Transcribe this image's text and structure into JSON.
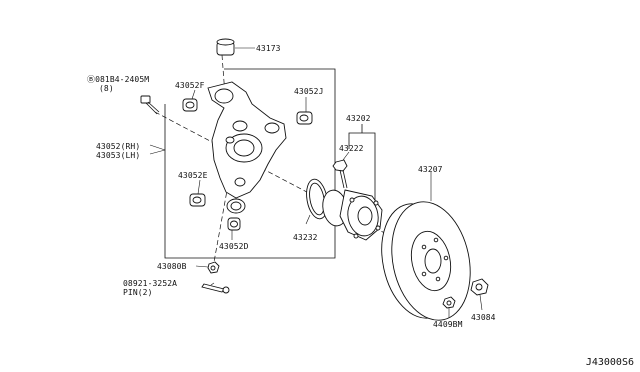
{
  "diagram": {
    "id_label": "J43000S6",
    "labels": {
      "p43173": "43173",
      "p081b4": "Ⓑ081B4-2405M",
      "p081b4_qty": "(8)",
      "p43052f": "43052F",
      "p43052j": "43052J",
      "p43052": "43052(RH)",
      "p43053": "43053(LH)",
      "p43052e": "43052E",
      "p43052d": "43052D",
      "p43080b": "43080B",
      "p08921": "08921-3252A",
      "p08921_pin": "PIN(2)",
      "p43202": "43202",
      "p43222": "43222",
      "p43232": "43232",
      "p43207": "43207",
      "p4409bm": "4409BM",
      "p43084": "43084"
    }
  }
}
